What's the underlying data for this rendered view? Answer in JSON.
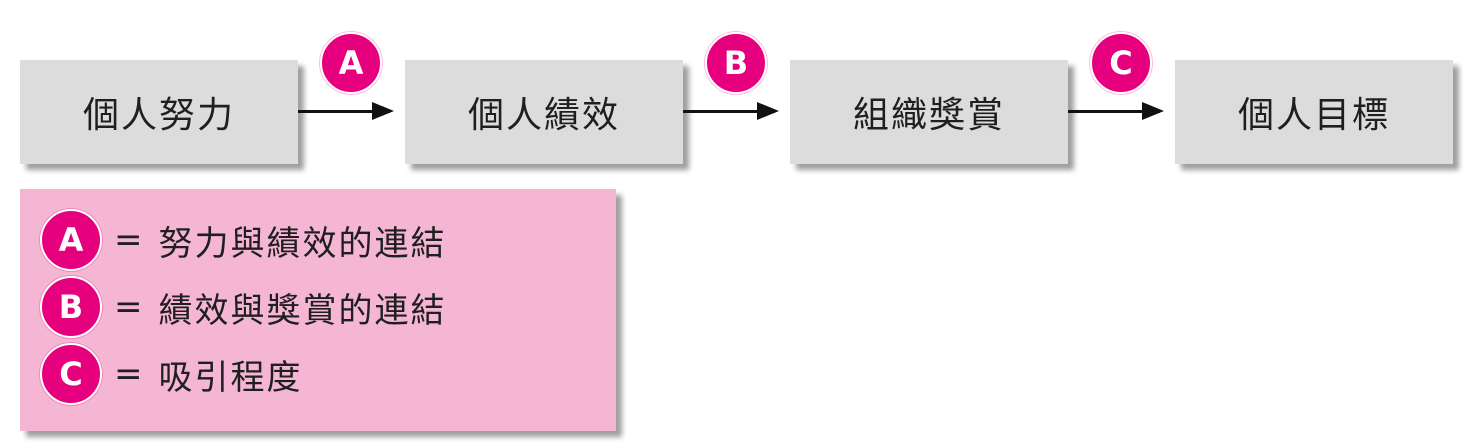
{
  "flow": {
    "boxes": [
      {
        "label": "個人努力"
      },
      {
        "label": "個人績效"
      },
      {
        "label": "組織獎賞"
      },
      {
        "label": "個人目標"
      }
    ],
    "links": [
      {
        "marker": "A"
      },
      {
        "marker": "B"
      },
      {
        "marker": "C"
      }
    ]
  },
  "legend": {
    "items": [
      {
        "marker": "A",
        "equals": "=",
        "text": "努力與績效的連結"
      },
      {
        "marker": "B",
        "equals": "=",
        "text": "績效與獎賞的連結"
      },
      {
        "marker": "C",
        "equals": "=",
        "text": "吸引程度"
      }
    ]
  },
  "colors": {
    "box_fill": "#dcdcdd",
    "marker_fill": "#e6007e",
    "legend_fill": "#f4b6d3",
    "arrow": "#111111"
  }
}
